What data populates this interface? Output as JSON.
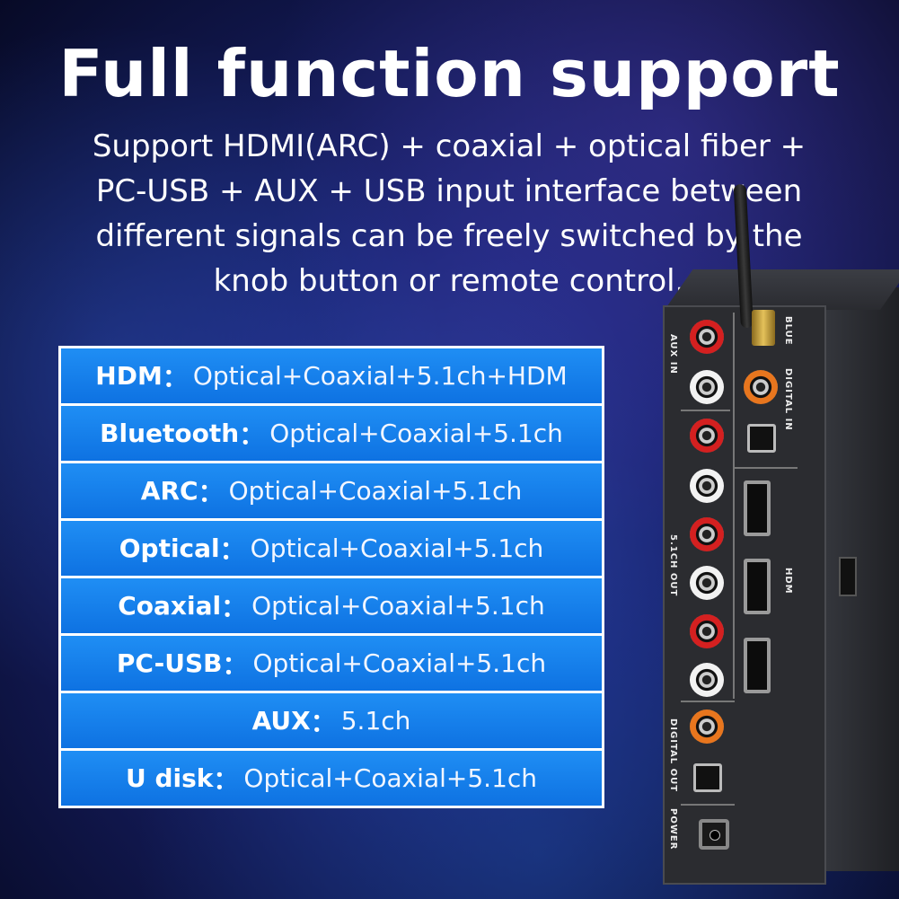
{
  "header": {
    "title": "Full function support",
    "subtitle_lines": [
      "Support HDMI(ARC) + coaxial + optical fiber +",
      "PC-USB + AUX + USB input interface between",
      "different signals can be freely switched by the",
      "knob button or remote control."
    ]
  },
  "table": {
    "separator": "：",
    "rows": [
      {
        "mode": "HDM",
        "outputs": "Optical+Coaxial+5.1ch+HDM"
      },
      {
        "mode": "Bluetooth",
        "outputs": "Optical+Coaxial+5.1ch"
      },
      {
        "mode": "ARC",
        "outputs": "Optical+Coaxial+5.1ch"
      },
      {
        "mode": "Optical",
        "outputs": "Optical+Coaxial+5.1ch"
      },
      {
        "mode": "Coaxial",
        "outputs": "Optical+Coaxial+5.1ch"
      },
      {
        "mode": "PC-USB",
        "outputs": "Optical+Coaxial+5.1ch"
      },
      {
        "mode": "AUX",
        "outputs": "5.1ch"
      },
      {
        "mode": "U disk",
        "outputs": "Optical+Coaxial+5.1ch"
      }
    ]
  },
  "device": {
    "labels": {
      "aux_in": "AUX IN",
      "blue": "BLUE",
      "digital_in": "DIGITAL IN",
      "out_51": "5.1CH OUT",
      "hdm": "HDM",
      "digital_out": "DIGITAL OUT",
      "power": "POWER"
    },
    "colors": {
      "rca_red": "#d42020",
      "rca_white": "#f2f2f2",
      "rca_orange": "#e8761e"
    }
  }
}
